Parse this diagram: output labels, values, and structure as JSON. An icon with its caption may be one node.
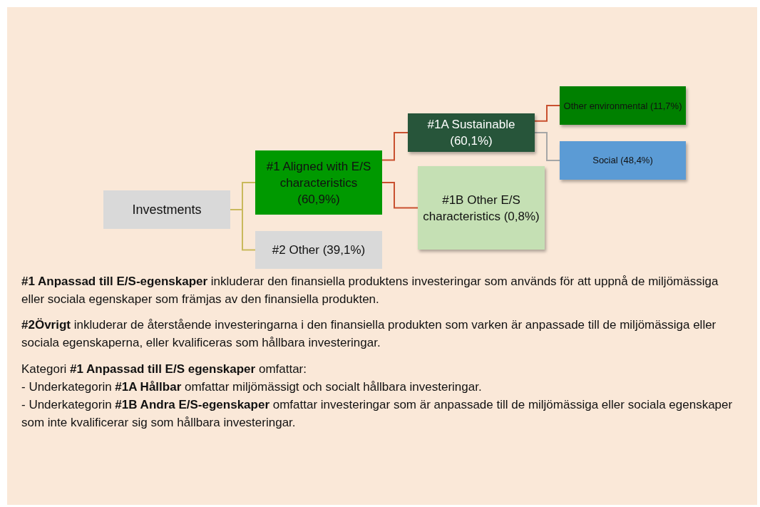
{
  "diagram": {
    "nodes": [
      {
        "text": [
          "Investments"
        ]
      },
      {
        "text": [
          "#1 Aligned with E/S characteristics (60,9%)"
        ]
      },
      {
        "text": [
          "#2 Other (39,1%)"
        ]
      },
      {
        "text": [
          "#1A Sustainable (60,1%)"
        ]
      },
      {
        "text": [
          "#1B Other E/S characteristics (0,8%)"
        ]
      },
      {
        "text": [
          "Other environmental (11,7%)"
        ]
      },
      {
        "text": [
          "Social (48,4%)"
        ]
      }
    ],
    "edges": [
      {
        "from": 0,
        "to": 1,
        "arrow": "none",
        "color": "#c9b95c"
      },
      {
        "from": 0,
        "to": 2,
        "arrow": "none",
        "color": "#c9b95c"
      },
      {
        "from": 1,
        "to": 3,
        "arrow": "none"
      },
      {
        "from": 1,
        "to": 4,
        "arrow": "none"
      },
      {
        "from": 3,
        "to": 5,
        "arrow": "none"
      },
      {
        "from": 3,
        "to": 6,
        "arrow": "none",
        "color": "#a6a6a6"
      }
    ],
    "labels": [
      "**#1 Anpassad till E/S-egenskaper** inkluderar den finansiella produktens investeringar som används för att uppnå de miljömässiga eller sociala egenskaper som främjas av den finansiella produkten.",
      "**#2Övrigt** inkluderar de återstående investeringarna i den finansiella produkten som varken är anpassade till de miljömässiga eller sociala egenskaperna, eller kvalificeras som hållbara investeringar.",
      "Kategori **#1 Anpassad till E/S egenskaper** omfattar:",
      "- Underkategorin **#1A Hållbar** omfattar miljömässigt och socialt hållbara investeringar.",
      "- Underkategorin **#1B Andra E/S-egenskaper** omfattar investeringar som är anpassade till de miljömässiga eller sociala egenskaper som inte kvalificerar sig som hållbara investeringar."
    ]
  }
}
